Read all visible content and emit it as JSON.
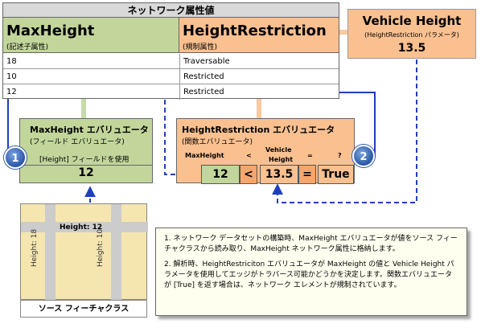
{
  "network_table": {
    "title": "ネットワーク属性値",
    "col1": {
      "name": "MaxHeight",
      "sub": "(記述子属性)"
    },
    "col2": {
      "name": "HeightRestriction",
      "sub": "(規制属性)"
    },
    "rows": [
      {
        "value": "18",
        "status": "Traversable"
      },
      {
        "value": "10",
        "status": "Restricted"
      },
      {
        "value": "12",
        "status": "Restricted"
      }
    ]
  },
  "vehicle_height": {
    "title": "Vehicle Height",
    "sub": "(HeightRestriction パラメータ)",
    "value": "13.5"
  },
  "maxheight_evaluator": {
    "title": "MaxHeight エバリュエータ",
    "sub": "(フィールド エバリュエータ)",
    "desc": "[Height] フィールドを使用",
    "value": "12",
    "badge": "1"
  },
  "hr_evaluator": {
    "title": "HeightRestriction エバリュエータ",
    "sub": "(関数エバリュエータ)",
    "labels": {
      "maxheight": "MaxHeight",
      "lt": "<",
      "vehicle": "Vehicle",
      "height": "Height",
      "eq": "=",
      "q": "?"
    },
    "values": {
      "left": "12",
      "lt": "<",
      "right": "13.5",
      "eq": "=",
      "result": "True"
    },
    "badge": "2"
  },
  "source_features": {
    "caption": "ソース フィーチャクラス",
    "labels": [
      "Height: 12",
      "Height: 18",
      "Height: 10"
    ]
  },
  "notes": [
    "1. ネットワーク データセットの構築時、MaxHeight エバリュエータが値をソース フィーチャクラスから読み取り、MaxHeight ネットワーク属性に格納します。",
    "2. 解析時、HeightRestriciton エバリュエータが MaxHeight の値と Vehicle Height パラメータを使用してエッジがトラバース可能かどうかを決定します。関数エバリュエータが [True] を返す場合は、ネットワーク エレメントが規制されています。"
  ],
  "colors": {
    "green": "#c2d69b",
    "orange": "#fac090",
    "arrow_blue": "#1f3fbf",
    "badge_blue": "#2a56a8",
    "connector_green": "#c6dca8",
    "connector_orange": "#f9c9a0"
  }
}
